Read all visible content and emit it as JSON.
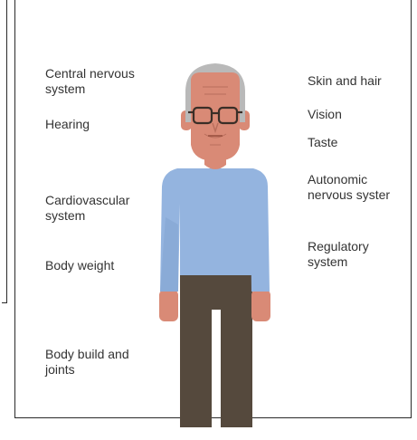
{
  "labels_left": [
    "Central nervous\nsystem",
    "Hearing",
    "Cardiovascular\nsystem",
    "Body weight",
    "Body build and\njoints"
  ],
  "labels_right": [
    "Skin and hair",
    "Vision",
    "Taste",
    "Autonomic\nnervous syster",
    "Regulatory\nsystem"
  ],
  "colors": {
    "skin": "#d98a76",
    "hair": "#b9b9b9",
    "shirt": "#94b4df",
    "pants": "#55493d",
    "glasses": "#3a2e27",
    "text": "#333333"
  }
}
